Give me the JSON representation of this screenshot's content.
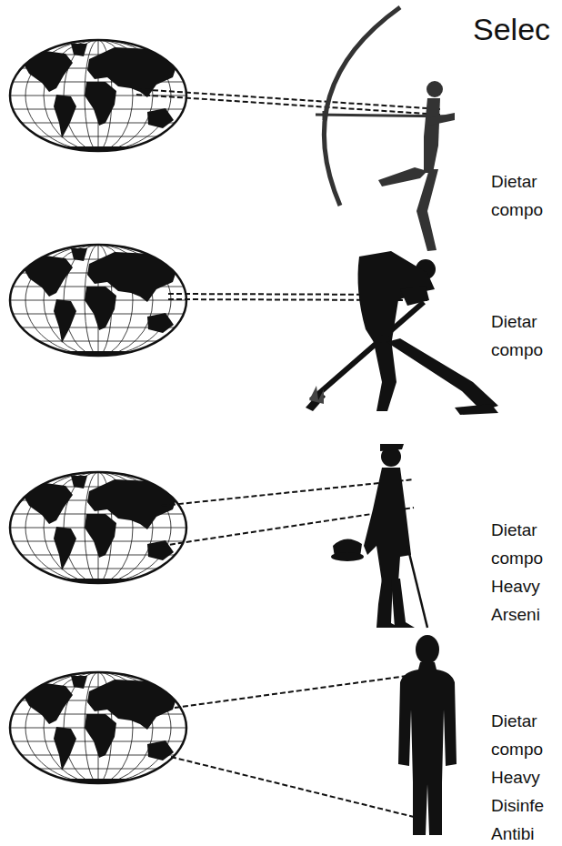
{
  "diagram": {
    "title": "Selec",
    "labels": [
      "Dietar compo",
      "Dietar compo",
      "Dietar compo Heavy Arseni",
      "Dietar compo Heavy Disinfe Antibi"
    ]
  }
}
